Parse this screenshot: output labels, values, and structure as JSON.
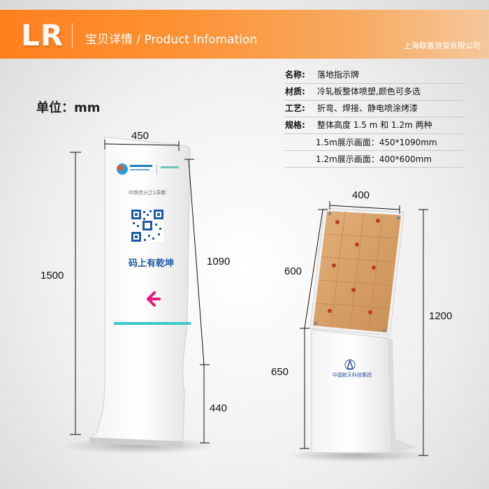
{
  "header": {
    "logo": "LR",
    "title": "宝贝详情 / Product  Infomation",
    "company": "上海联睿货架有限公司"
  },
  "unit_label": "单位：mm",
  "specs": [
    {
      "key": "名称:",
      "value": "落地指示牌"
    },
    {
      "key": "材质:",
      "value": "冷轧板整体喷塑,颜色可多选"
    },
    {
      "key": "工艺:",
      "value": "折弯、焊接、静电喷涂烤漆"
    },
    {
      "key": "规格:",
      "value": "整体高度 1.5 m 和 1.2m 两种"
    }
  ],
  "spec_sub": [
    "1.5m展示画面：450*1090mm",
    "1.2m展示画面：400*600mm"
  ],
  "left_stand": {
    "width": "450",
    "total_height": "1500",
    "panel_height": "1090",
    "base_height": "440",
    "banner_small_text": "中铁信分之1草都",
    "slogan": "码上有乾坤"
  },
  "right_stand": {
    "width": "400",
    "panel_height": "600",
    "lower_height": "650",
    "total_height": "1200",
    "lower_text": "中国航天科技集团"
  },
  "colors": {
    "header_orange": "#ff7f1e",
    "arrow_pink": "#e0197a",
    "stripe_teal": "#3dc7c7",
    "panel_tan": "#d9a36b"
  }
}
